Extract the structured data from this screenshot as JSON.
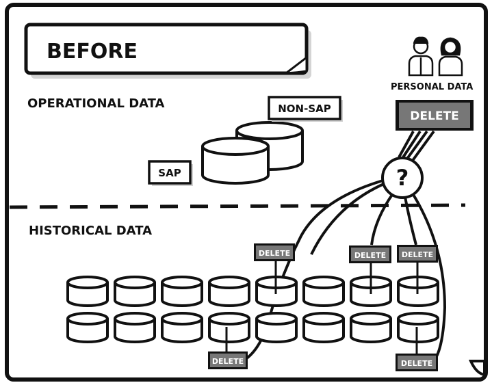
{
  "title": "BEFORE",
  "labels": {
    "operational": "OPERATIONAL DATA",
    "historical": "HISTORICAL DATA",
    "personal": "PERSONAL DATA",
    "sap": "SAP",
    "non_sap": "NON-SAP",
    "question": "?"
  },
  "buttons": {
    "delete": "DELETE",
    "delete_small_1": "DELETE",
    "delete_small_2": "DELETE",
    "delete_small_3": "DELETE",
    "delete_small_4": "DELETE",
    "delete_small_5": "DELETE"
  },
  "colors": {
    "ink": "#111111",
    "delete_fill": "#777777",
    "delete_text": "#ffffff",
    "shadow": "#cfcfcf"
  },
  "icons": [
    "male-person-icon",
    "female-person-icon"
  ],
  "archive_grid": {
    "rows": 2,
    "cols": 8
  }
}
